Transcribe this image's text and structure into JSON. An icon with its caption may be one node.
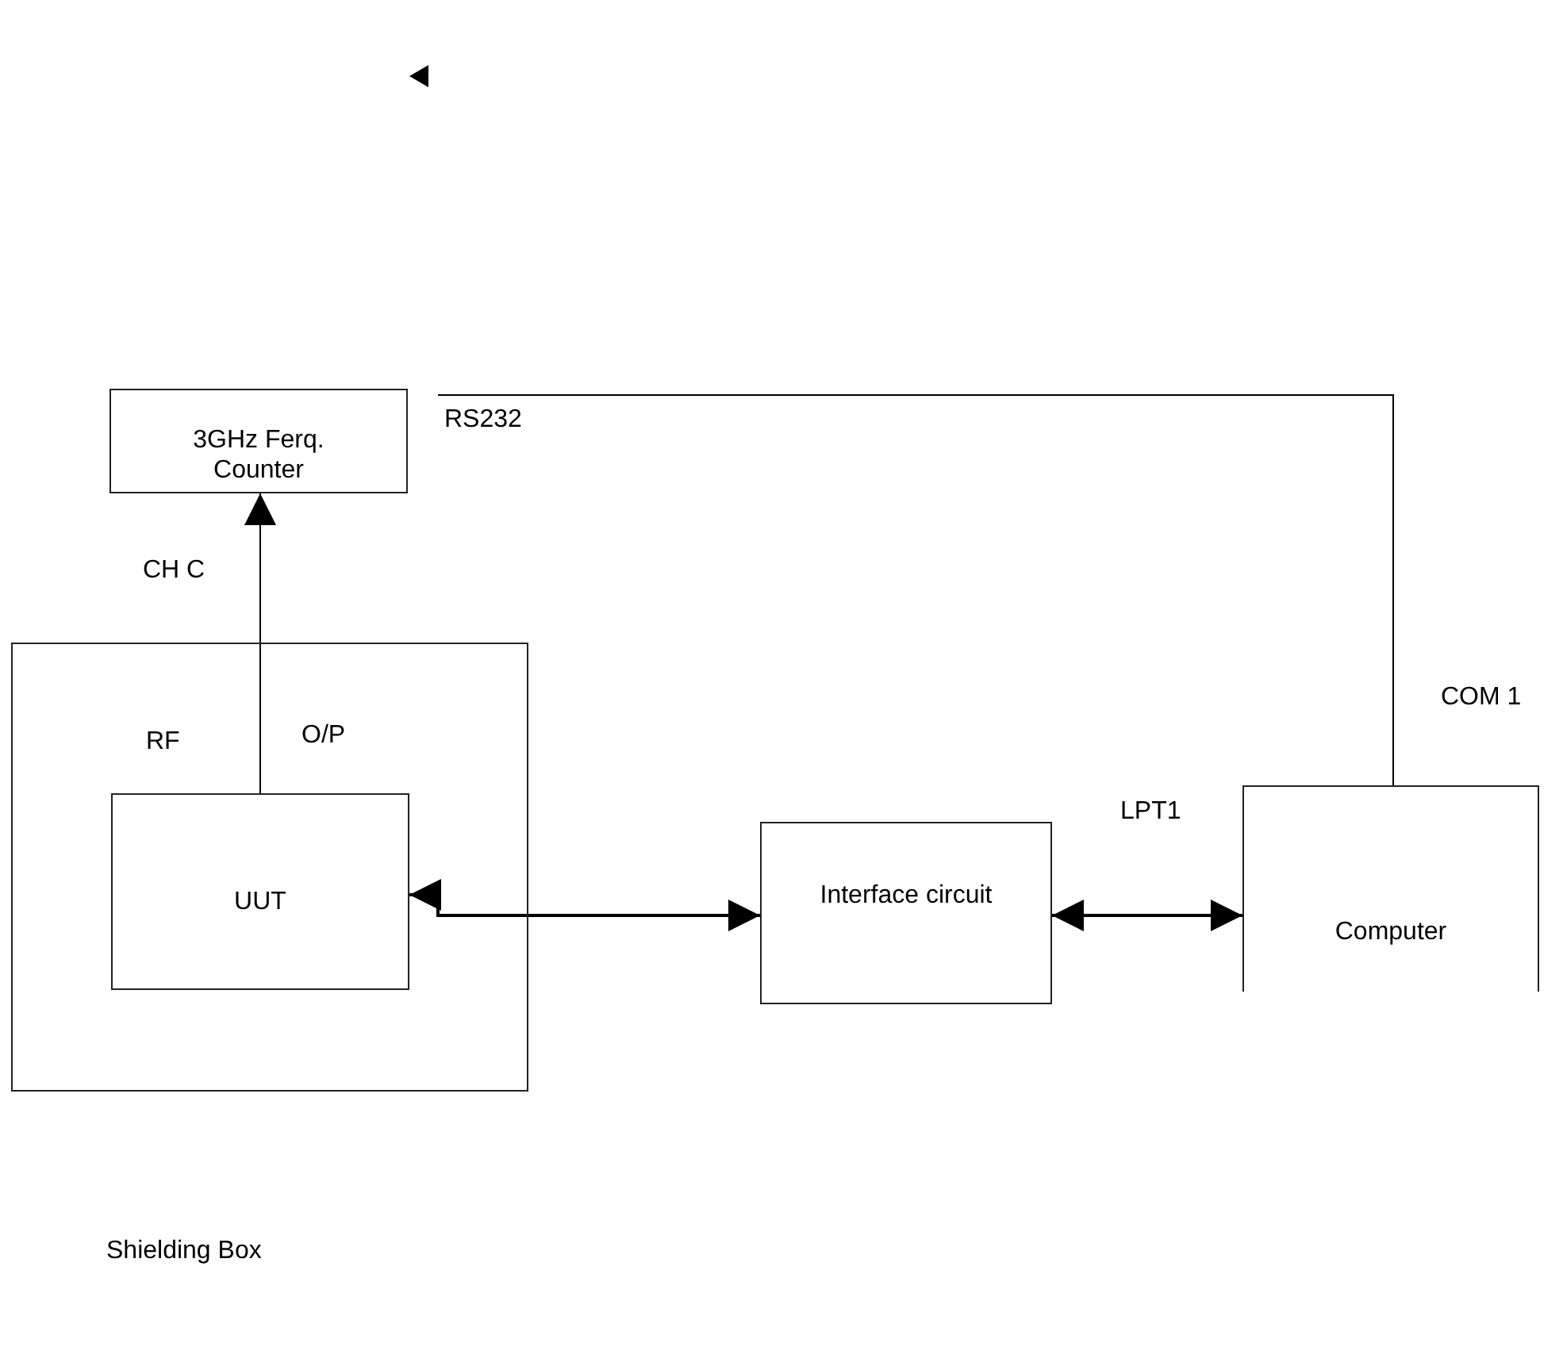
{
  "diagram": {
    "nodes": [
      {
        "text": [
          "3GHz Ferq. Counter"
        ]
      },
      {
        "text": [],
        "shape": "box"
      },
      {
        "text": [
          "UUT"
        ],
        "in": 1
      },
      {
        "text": [
          "Interface circuit"
        ]
      },
      {
        "text": [
          "Computer"
        ]
      }
    ],
    "edges": [
      {
        "from": 2,
        "to": 0,
        "arrow": "to"
      },
      {
        "from": 0,
        "to": 4,
        "arrow": "none"
      },
      {
        "from": 2,
        "to": 3,
        "arrow": "both"
      },
      {
        "from": 3,
        "to": 4,
        "arrow": "both"
      }
    ],
    "labels": [
      "RS232",
      "CH C",
      "COM 1",
      "RF",
      "O/P",
      "LPT1",
      "Shielding Box"
    ]
  }
}
